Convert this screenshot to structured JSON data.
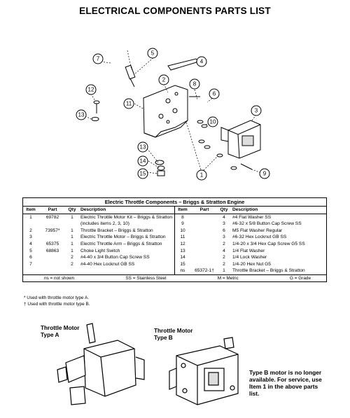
{
  "title": "ELECTRICAL COMPONENTS PARTS LIST",
  "callouts": [
    "1",
    "2",
    "3",
    "4",
    "5",
    "6",
    "7",
    "8",
    "9",
    "10",
    "11",
    "12",
    "13",
    "14",
    "15"
  ],
  "table": {
    "caption": "Electric Throttle Components – Briggs & Stratton Engine",
    "headers": {
      "item": "Item",
      "part": "Part",
      "qty": "Qty",
      "desc": "Description"
    },
    "left_rows": [
      {
        "item": "1",
        "part": "69782",
        "qty": "1",
        "desc": "Electric Throttle Motor Kit – Briggs & Stratton (includes items 2, 3, 10)"
      },
      {
        "item": "2",
        "part": "73957*",
        "qty": "1",
        "desc": "Throttle Bracket – Briggs & Stratton"
      },
      {
        "item": "3",
        "part": "",
        "qty": "1",
        "desc": "Electric Throttle Motor – Briggs & Stratton"
      },
      {
        "item": "4",
        "part": "65375",
        "qty": "1",
        "desc": "Electric Throttle Arm – Briggs & Stratton"
      },
      {
        "item": "5",
        "part": "68863",
        "qty": "1",
        "desc": "Choke Light Switch"
      },
      {
        "item": "6",
        "part": "",
        "qty": "2",
        "desc": "#4-40 x 3/4 Button Cap Screw SS"
      },
      {
        "item": "7",
        "part": "",
        "qty": "2",
        "desc": "#4-40 Hex Locknut GB SS"
      }
    ],
    "right_rows": [
      {
        "item": "8",
        "part": "",
        "qty": "4",
        "desc": "#4 Flat Washer SS"
      },
      {
        "item": "9",
        "part": "",
        "qty": "3",
        "desc": "#6-32 x 5/8 Button Cap Screw SS"
      },
      {
        "item": "10",
        "part": "",
        "qty": "6",
        "desc": "M5 Flat Washer Regular"
      },
      {
        "item": "11",
        "part": "",
        "qty": "3",
        "desc": "#6-32 Hex Locknut GB SS"
      },
      {
        "item": "12",
        "part": "",
        "qty": "2",
        "desc": "1/4-20 x 3/4 Hex Cap Screw G5 SS"
      },
      {
        "item": "13",
        "part": "",
        "qty": "4",
        "desc": "1/4 Flat Washer"
      },
      {
        "item": "14",
        "part": "",
        "qty": "2",
        "desc": "1/4 Lock Washer"
      },
      {
        "item": "15",
        "part": "",
        "qty": "2",
        "desc": "1/4-20 Hex Nut G5"
      },
      {
        "item": "ns",
        "part": "65372-1†",
        "qty": "1",
        "desc": "Throttle Bracket – Briggs & Stratton"
      }
    ],
    "legend": [
      "ns = not shown",
      "SS = Stainless Steel",
      "M = Metric",
      "G = Grade"
    ]
  },
  "footnotes": [
    "* Used with throttle motor type A.",
    "† Used with throttle motor type B."
  ],
  "motor_a": {
    "line1": "Throttle Motor",
    "line2": "Type A"
  },
  "motor_b": {
    "line1": "Throttle Motor",
    "line2": "Type B"
  },
  "note": "Type B motor is no longer available. For service, use Item 1 in the above parts list."
}
